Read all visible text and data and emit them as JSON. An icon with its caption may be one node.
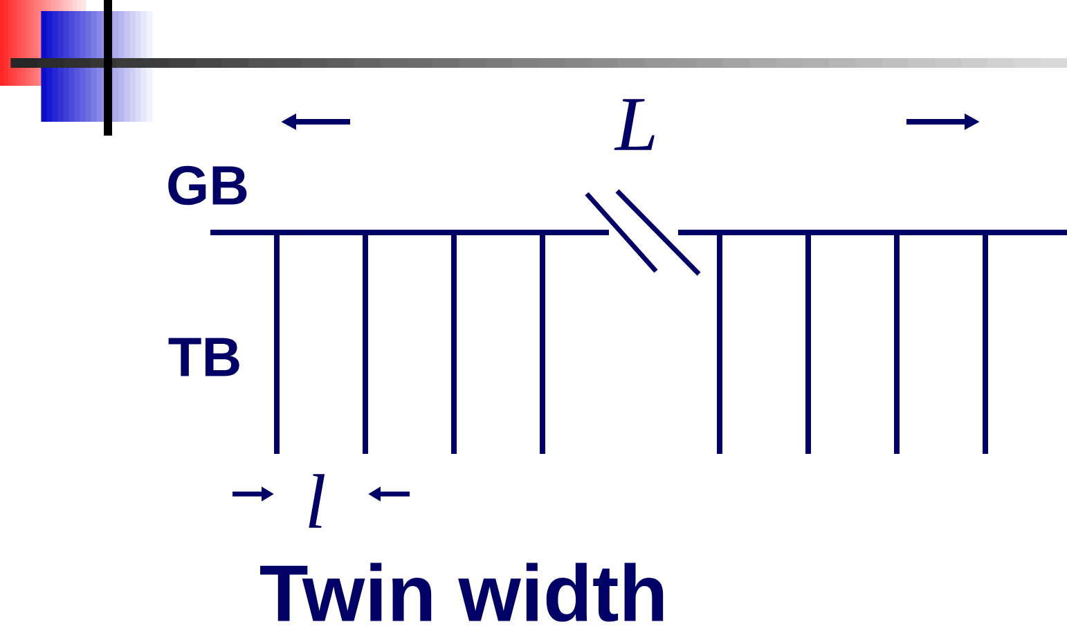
{
  "diagram": {
    "caption": "Twin width",
    "labels": [
      "GB",
      "TB",
      "L",
      "l"
    ]
  }
}
